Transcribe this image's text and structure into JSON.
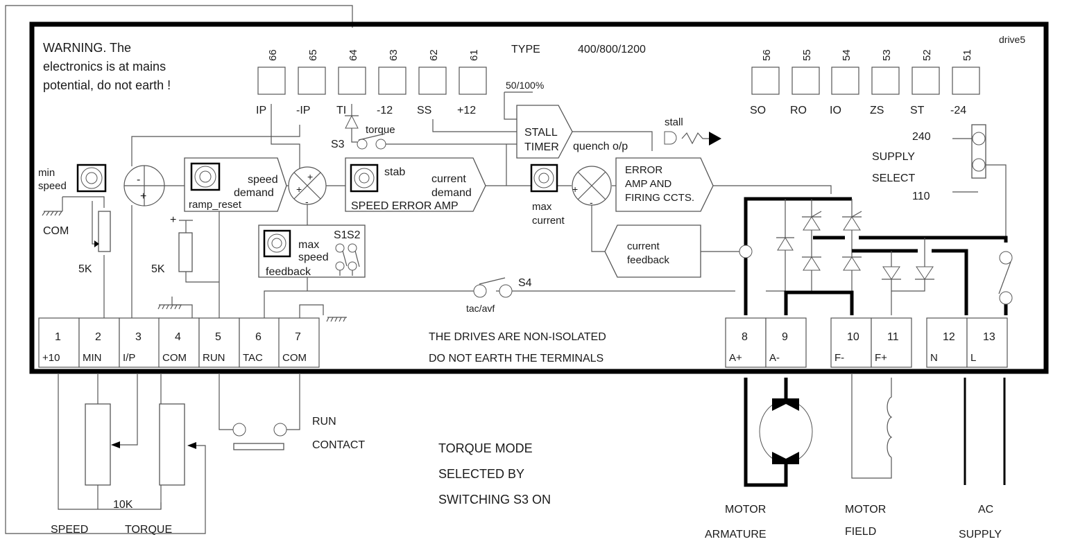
{
  "diagram_id": "drive5",
  "warning": {
    "lines": [
      "WARNING. The",
      "electronics is at mains",
      "potential, do not earth !"
    ]
  },
  "type_label": "TYPE",
  "type_values": "400/800/1200",
  "top_terminals_left": [
    {
      "number": "66",
      "label": "IP"
    },
    {
      "number": "65",
      "label": "-IP"
    },
    {
      "number": "64",
      "label": "TI"
    },
    {
      "number": "63",
      "label": "-12"
    },
    {
      "number": "62",
      "label": "SS"
    },
    {
      "number": "61",
      "label": "+12"
    }
  ],
  "top_terminals_right": [
    {
      "number": "56",
      "label": "SO"
    },
    {
      "number": "55",
      "label": "RO"
    },
    {
      "number": "54",
      "label": "IO"
    },
    {
      "number": "53",
      "label": "ZS"
    },
    {
      "number": "52",
      "label": "ST"
    },
    {
      "number": "51",
      "label": "-24"
    }
  ],
  "blocks": {
    "stall_timer": [
      "STALL",
      "TIMER"
    ],
    "stall_setting": "50/100%",
    "quench": "quench o/p",
    "stall_led": "stall",
    "torque": "torque",
    "s3": "S3",
    "min_speed": [
      "min",
      "speed"
    ],
    "com": "COM",
    "res_5k_a": "5K",
    "res_5k_b": "5K",
    "speed_demand": [
      "speed",
      "demand"
    ],
    "ramp_reset": "ramp_reset",
    "stab": "stab",
    "current_demand": [
      "current",
      "demand"
    ],
    "speed_error_amp": "SPEED ERROR AMP",
    "max_current": [
      "max",
      "current"
    ],
    "error_amp": [
      "ERROR",
      "AMP AND",
      "FIRING CCTS."
    ],
    "current_feedback": [
      "current",
      "feedback"
    ],
    "max_speed": [
      "max",
      "speed"
    ],
    "feedback": "feedback",
    "s1": "S1",
    "s2": "S2",
    "s4": "S4",
    "tac_avf": "tac/avf",
    "supply_select": [
      "SUPPLY",
      "SELECT"
    ],
    "v240": "240",
    "v110": "110",
    "sign_minus": "-",
    "sign_plus": "+"
  },
  "bottom_terminals_left": [
    {
      "number": "1",
      "label": "+10"
    },
    {
      "number": "2",
      "label": "MIN"
    },
    {
      "number": "3",
      "label": "I/P"
    },
    {
      "number": "4",
      "label": "COM"
    },
    {
      "number": "5",
      "label": "RUN"
    },
    {
      "number": "6",
      "label": "TAC"
    },
    {
      "number": "7",
      "label": "COM"
    }
  ],
  "bottom_terminals_right": [
    {
      "number": "8",
      "label": "A+"
    },
    {
      "number": "9",
      "label": "A-"
    },
    {
      "number": "10",
      "label": "F-"
    },
    {
      "number": "11",
      "label": "F+"
    },
    {
      "number": "12",
      "label": "N"
    },
    {
      "number": "13",
      "label": "L"
    }
  ],
  "notice": [
    "THE DRIVES ARE NON-ISOLATED",
    "DO NOT EARTH THE TERMINALS"
  ],
  "external": {
    "run_contact": [
      "RUN",
      "CONTACT"
    ],
    "pot_value": "10K",
    "speed": "SPEED",
    "torque": "TORQUE",
    "torque_mode": [
      "TORQUE MODE",
      "SELECTED BY",
      "SWITCHING S3 ON"
    ],
    "motor_armature": [
      "MOTOR",
      "ARMATURE"
    ],
    "motor_field": [
      "MOTOR",
      "FIELD"
    ],
    "ac_supply": [
      "AC",
      "SUPPLY"
    ]
  }
}
